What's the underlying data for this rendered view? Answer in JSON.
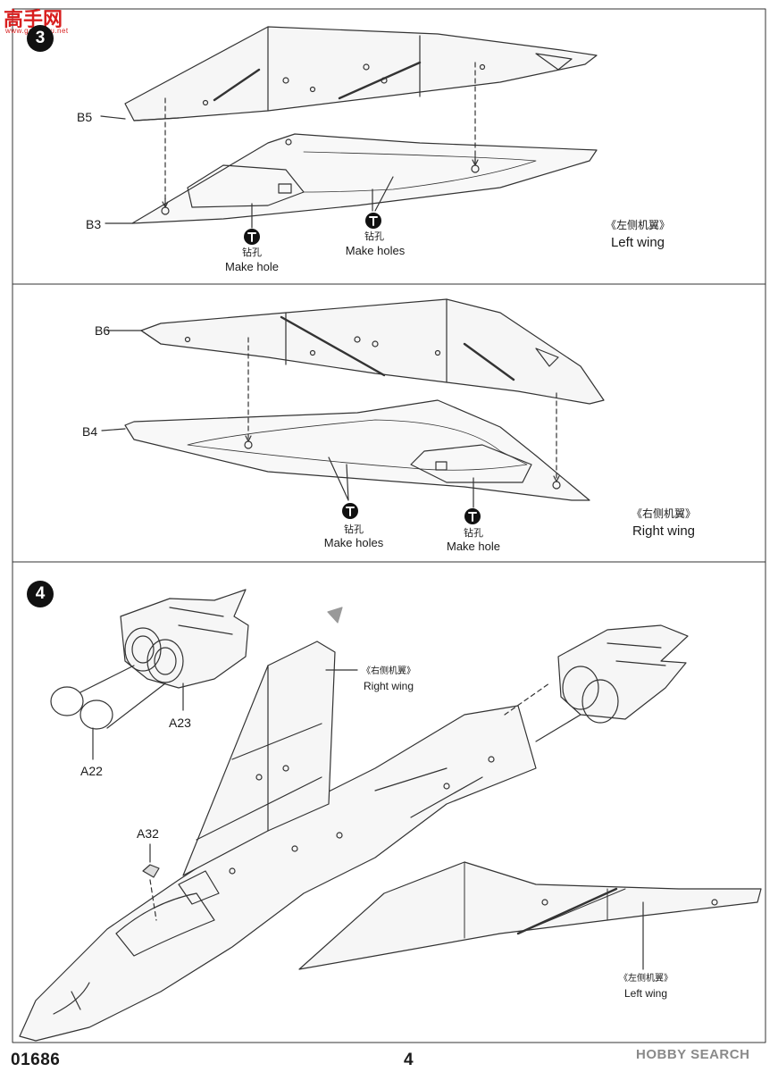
{
  "watermark_top": {
    "text": "高手网",
    "sub": "www.gaoshou.net"
  },
  "watermark_bottom": "HOBBY SEARCH",
  "step3": {
    "number": "3",
    "left_panel": {
      "parts": {
        "upper": "B5",
        "lower": "B3"
      },
      "hole_single": {
        "cn": "钻孔",
        "en": "Make hole"
      },
      "hole_multi": {
        "cn": "钻孔",
        "en": "Make holes"
      },
      "name": {
        "cn": "《左侧机翼》",
        "en": "Left wing"
      }
    },
    "right_panel": {
      "parts": {
        "upper": "B6",
        "lower": "B4"
      },
      "hole_multi": {
        "cn": "钻孔",
        "en": "Make holes"
      },
      "hole_single": {
        "cn": "钻孔",
        "en": "Make hole"
      },
      "name": {
        "cn": "《右侧机翼》",
        "en": "Right wing"
      }
    }
  },
  "step4": {
    "number": "4",
    "parts": {
      "nozzle": "A23",
      "nozzle_cover": "A22",
      "seat_part": "A32"
    },
    "right_wing": {
      "cn": "《右侧机翼》",
      "en": "Right wing"
    },
    "left_wing": {
      "cn": "《左侧机翼》",
      "en": "Left wing"
    }
  },
  "footer": {
    "code": "01686",
    "page": "4"
  },
  "colors": {
    "ink": "#1a1a1a",
    "line": "#333333",
    "watermark_red": "#d81e1e"
  }
}
